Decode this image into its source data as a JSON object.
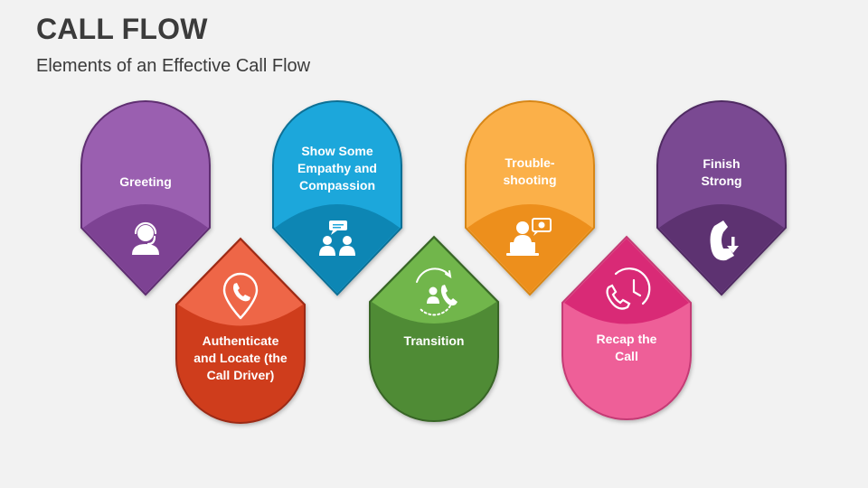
{
  "header": {
    "title": "CALL FLOW",
    "subtitle": "Elements of an Effective Call Flow"
  },
  "steps": [
    {
      "lines": [
        "Greeting"
      ],
      "color": "#7d4293",
      "icon": "headset-agent-icon"
    },
    {
      "lines": [
        "Authenticate",
        "and Locate (the",
        "Call Driver)"
      ],
      "color": "#c93b1f",
      "icon": "phone-location-pin-icon"
    },
    {
      "lines": [
        "Show Some",
        "Empathy and",
        "Compassion"
      ],
      "color": "#0d8fc1",
      "icon": "two-people-chat-icon"
    },
    {
      "lines": [
        "Transition"
      ],
      "color": "#4a8a35",
      "icon": "phone-transfer-icon"
    },
    {
      "lines": [
        "Trouble-",
        "shooting"
      ],
      "color": "#ee9428",
      "icon": "agent-laptop-gear-icon"
    },
    {
      "lines": [
        "Recap the",
        "Call"
      ],
      "color": "#df4a8d",
      "icon": "phone-clock-icon"
    },
    {
      "lines": [
        "Finish",
        "Strong"
      ],
      "color": "#693e7e",
      "icon": "phone-hangup-icon"
    }
  ]
}
